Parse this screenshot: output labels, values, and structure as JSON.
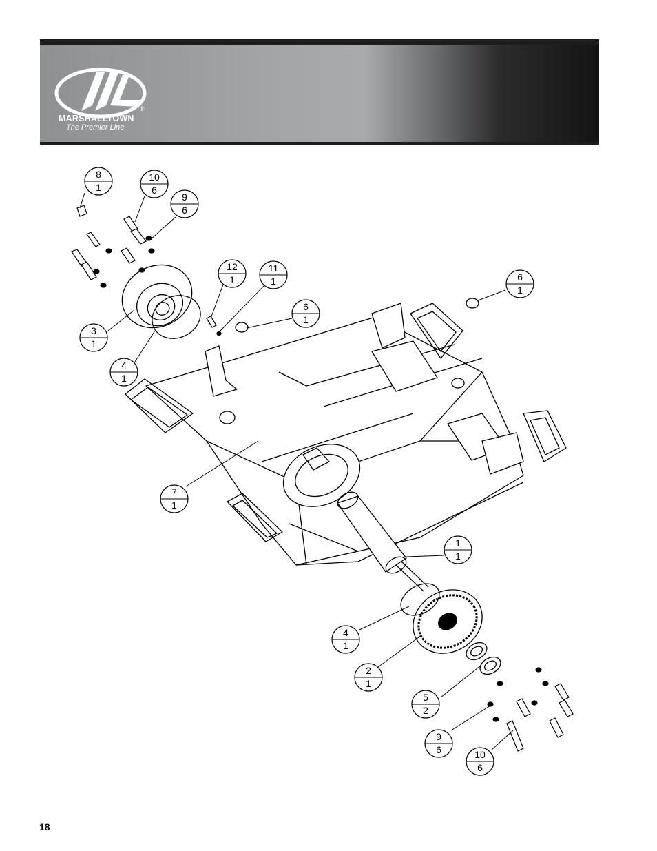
{
  "header": {
    "brand": "MARSHALLTOWN",
    "tagline": "The Premier Line",
    "registered_mark": "®",
    "colors": {
      "band_dark": "#141415",
      "band_light": "#a9aaac",
      "logo": "#ffffff"
    }
  },
  "callouts": [
    {
      "item": "8",
      "qty": "1"
    },
    {
      "item": "10",
      "qty": "6"
    },
    {
      "item": "9",
      "qty": "6"
    },
    {
      "item": "12",
      "qty": "1"
    },
    {
      "item": "11",
      "qty": "1"
    },
    {
      "item": "6",
      "qty": "1"
    },
    {
      "item": "6",
      "qty": "1"
    },
    {
      "item": "3",
      "qty": "1"
    },
    {
      "item": "4",
      "qty": "1"
    },
    {
      "item": "7",
      "qty": "1"
    },
    {
      "item": "1",
      "qty": "1"
    },
    {
      "item": "4",
      "qty": "1"
    },
    {
      "item": "2",
      "qty": "1"
    },
    {
      "item": "5",
      "qty": "2"
    },
    {
      "item": "9",
      "qty": "6"
    },
    {
      "item": "10",
      "qty": "6"
    }
  ],
  "footer": {
    "page_number": "18"
  }
}
